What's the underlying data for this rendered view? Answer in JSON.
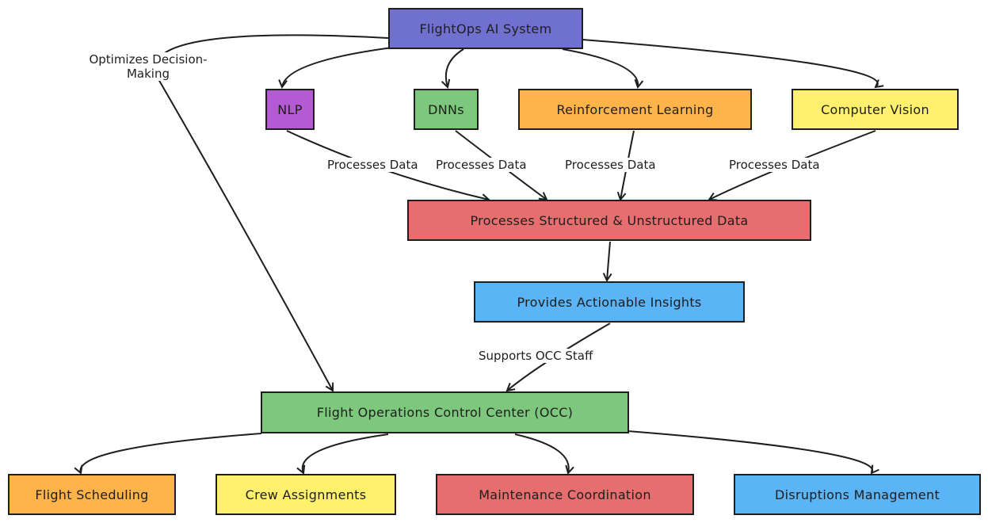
{
  "nodes": {
    "ai_system": {
      "label": "FlightOps AI System",
      "color": "#7070d0"
    },
    "nlp": {
      "label": "NLP",
      "color": "#b45ad2"
    },
    "dnns": {
      "label": "DNNs",
      "color": "#7dc87d"
    },
    "rl": {
      "label": "Reinforcement Learning",
      "color": "#ffb44b"
    },
    "cv": {
      "label": "Computer Vision",
      "color": "#fff06e"
    },
    "processing": {
      "label": "Processes Structured & Unstructured Data",
      "color": "#e66e6e"
    },
    "insights": {
      "label": "Provides Actionable Insights",
      "color": "#5ab4f5"
    },
    "occ": {
      "label": "Flight Operations Control Center (OCC)",
      "color": "#7dc87d"
    },
    "scheduling": {
      "label": "Flight Scheduling",
      "color": "#ffb44b"
    },
    "crew": {
      "label": "Crew Assignments",
      "color": "#fff06e"
    },
    "maintenance": {
      "label": "Maintenance Coordination",
      "color": "#e66e6e"
    },
    "disruptions": {
      "label": "Disruptions Management",
      "color": "#5ab4f5"
    }
  },
  "edge_labels": {
    "optimizes": "Optimizes Decision-Making",
    "nlp_proc": "Processes Data",
    "dnns_proc": "Processes Data",
    "rl_proc": "Processes Data",
    "cv_proc": "Processes Data",
    "supports": "Supports OCC Staff"
  }
}
